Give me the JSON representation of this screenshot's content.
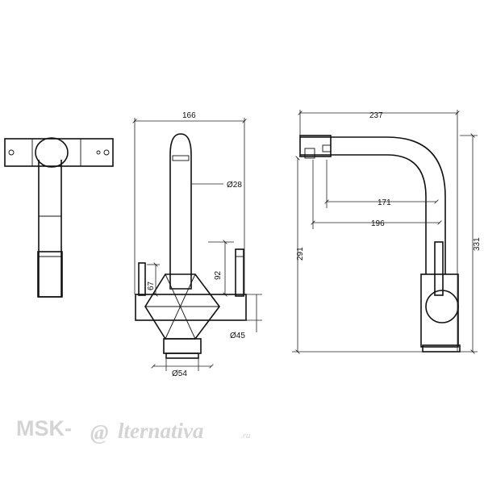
{
  "dimensions": {
    "front_width": "166",
    "spout_diameter": "Ø28",
    "lever_height": "92",
    "handle_height": "67",
    "base_diameter": "Ø54",
    "body_diameter": "Ø45",
    "side_width": "237",
    "reach_a": "171",
    "reach_b": "196",
    "height_spout": "291",
    "height_total": "331"
  },
  "watermark": {
    "brand": "MSK-",
    "at": "@",
    "tail": "lternativa",
    "domain": ".ru"
  }
}
